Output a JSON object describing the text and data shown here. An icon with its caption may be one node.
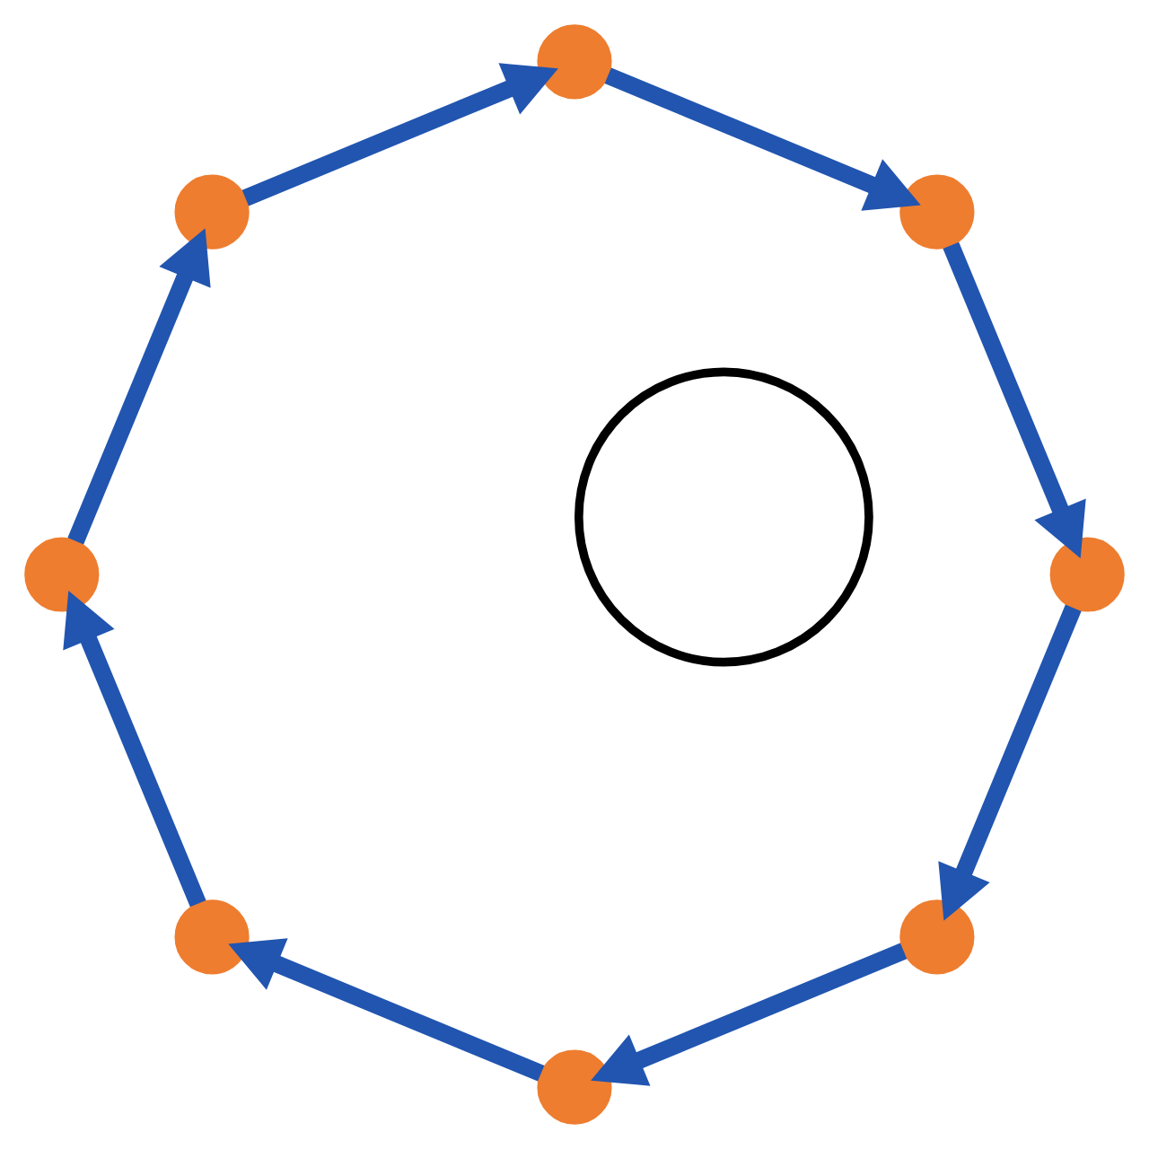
{
  "diagram": {
    "nodes": [
      {
        "text": [],
        "shape": "circle"
      },
      {
        "text": [],
        "shape": "circle"
      },
      {
        "text": [],
        "shape": "circle"
      },
      {
        "text": [],
        "shape": "circle"
      },
      {
        "text": [],
        "shape": "circle"
      },
      {
        "text": [],
        "shape": "circle"
      },
      {
        "text": [],
        "shape": "circle"
      },
      {
        "text": [],
        "shape": "circle"
      },
      {
        "text": [],
        "shape": "circle"
      }
    ],
    "edges": [
      {
        "from": 1,
        "to": 2,
        "arrow": "to"
      },
      {
        "from": 2,
        "to": 3,
        "arrow": "to"
      },
      {
        "from": 3,
        "to": 4,
        "arrow": "to"
      },
      {
        "from": 4,
        "to": 5,
        "arrow": "to"
      },
      {
        "from": 5,
        "to": 6,
        "arrow": "to"
      },
      {
        "from": 6,
        "to": 7,
        "arrow": "to"
      },
      {
        "from": 7,
        "to": 8,
        "arrow": "to"
      },
      {
        "from": 8,
        "to": 1,
        "arrow": "to"
      }
    ]
  }
}
